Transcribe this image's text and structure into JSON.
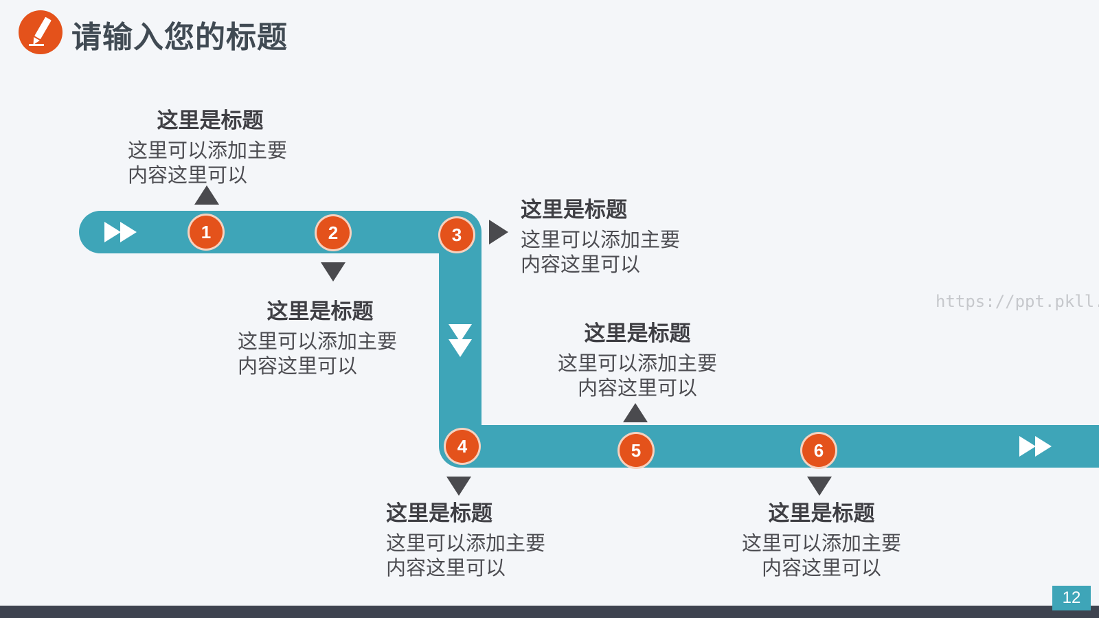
{
  "slide": {
    "title": "请输入您的标题",
    "watermark_url": "https://ppt.pkll.de",
    "page_number": "12"
  },
  "colors": {
    "road": "#3ea5b8",
    "badge": "#e4521b",
    "arrow": "#4a4a4e",
    "footer": "#3e434f"
  },
  "steps": [
    {
      "num": "1",
      "title": "这里是标题",
      "line1": "这里可以添加主要",
      "line2": "内容这里可以"
    },
    {
      "num": "2",
      "title": "这里是标题",
      "line1": "这里可以添加主要",
      "line2": "内容这里可以"
    },
    {
      "num": "3",
      "title": "这里是标题",
      "line1": "这里可以添加主要",
      "line2": "内容这里可以"
    },
    {
      "num": "4",
      "title": "这里是标题",
      "line1": "这里可以添加主要",
      "line2": "内容这里可以"
    },
    {
      "num": "5",
      "title": "这里是标题",
      "line1": "这里可以添加主要",
      "line2": "内容这里可以"
    },
    {
      "num": "6",
      "title": "这里是标题",
      "line1": "这里可以添加主要",
      "line2": "内容这里可以"
    }
  ]
}
